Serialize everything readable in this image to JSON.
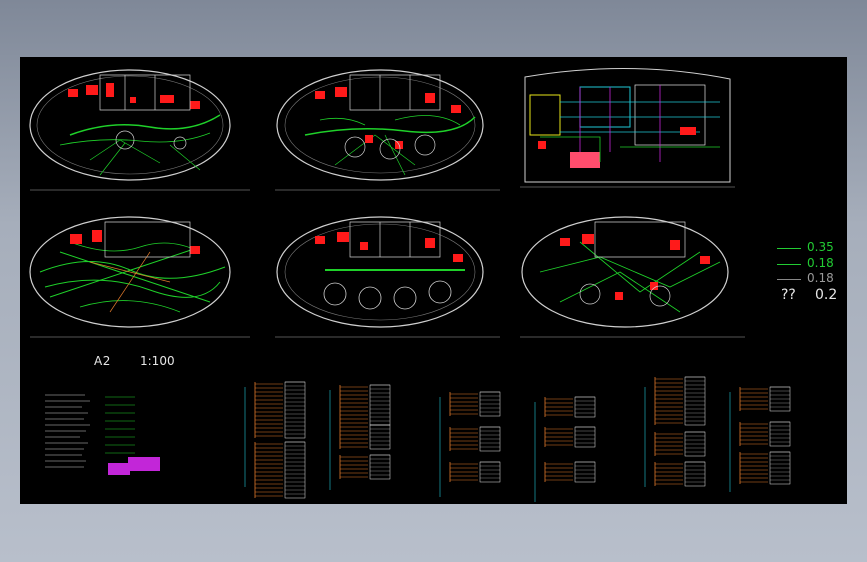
{
  "drawing": {
    "scale_title": "A2",
    "scale_ratio": "1:100"
  },
  "legend": [
    {
      "label": "0.35",
      "color": "#22cc33"
    },
    {
      "label": "0.18",
      "color": "#22cc33"
    },
    {
      "label": "0.18",
      "color": "#888888"
    }
  ],
  "legend_extra": {
    "prefix": "??",
    "value": "0.2"
  },
  "colors": {
    "background": "#000000",
    "green": "#1fd12a",
    "red": "#ff1a1a",
    "white": "#e6e6e6",
    "cyan": "#21c7d6",
    "magenta": "#c226d8",
    "orange": "#e07a2b"
  }
}
